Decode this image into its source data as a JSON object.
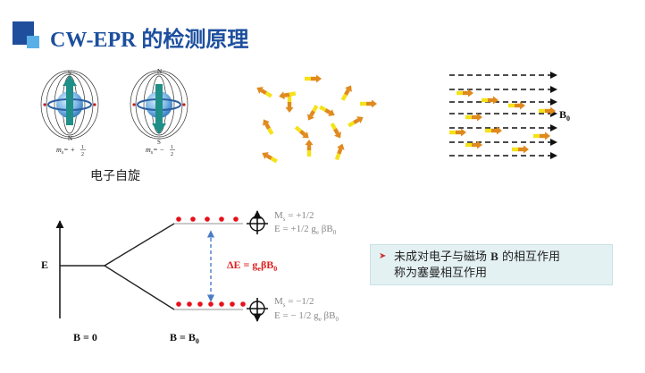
{
  "header": {
    "title": "CW-EPR 的检测原理"
  },
  "spin_panel": {
    "label": "电子自旋",
    "pole_n": "N",
    "pole_s": "S",
    "spin_up_label": "m",
    "spin_up_sub": "s",
    "spin_up_value": "= +",
    "spin_down_value": "= −",
    "half_num": "1",
    "half_den": "2"
  },
  "field_panel": {
    "label": "B",
    "label_sub": "0"
  },
  "energy_diagram": {
    "axis_label": "E",
    "left_label": "B = 0",
    "right_label": "B = B",
    "right_label_sub": "0",
    "gap_label": "ΔE = g",
    "gap_label_sub": "e",
    "gap_label_tail": "βB",
    "gap_label_sub2": "0",
    "upper_ms": "M",
    "upper_ms_sub": "s",
    "upper_ms_val": " = +1/2",
    "upper_e": "E = +1/2 g",
    "upper_e_sub": "e",
    "upper_e_tail": " βB",
    "upper_e_sub2": "0",
    "lower_ms": "M",
    "lower_ms_sub": "s",
    "lower_ms_val": " = −1/2",
    "lower_e": "E = − 1/2 g",
    "lower_e_sub": "e",
    "lower_e_tail": " βB",
    "lower_e_sub2": "0"
  },
  "callout": {
    "line1_pre": "未成对电子与磁场 ",
    "line1_b": "B",
    "line1_post": " 的相互作用",
    "line2": "称为塞曼相互作用"
  },
  "colors": {
    "title_blue": "#1d4f9e",
    "arrow_orange": "#e08a1e",
    "arrow_yellow": "#f5e21a",
    "level_dot_red": "#e8101a",
    "gap_arrow_blue": "#4a7cc4",
    "callout_bg": "#e4f1f3"
  }
}
